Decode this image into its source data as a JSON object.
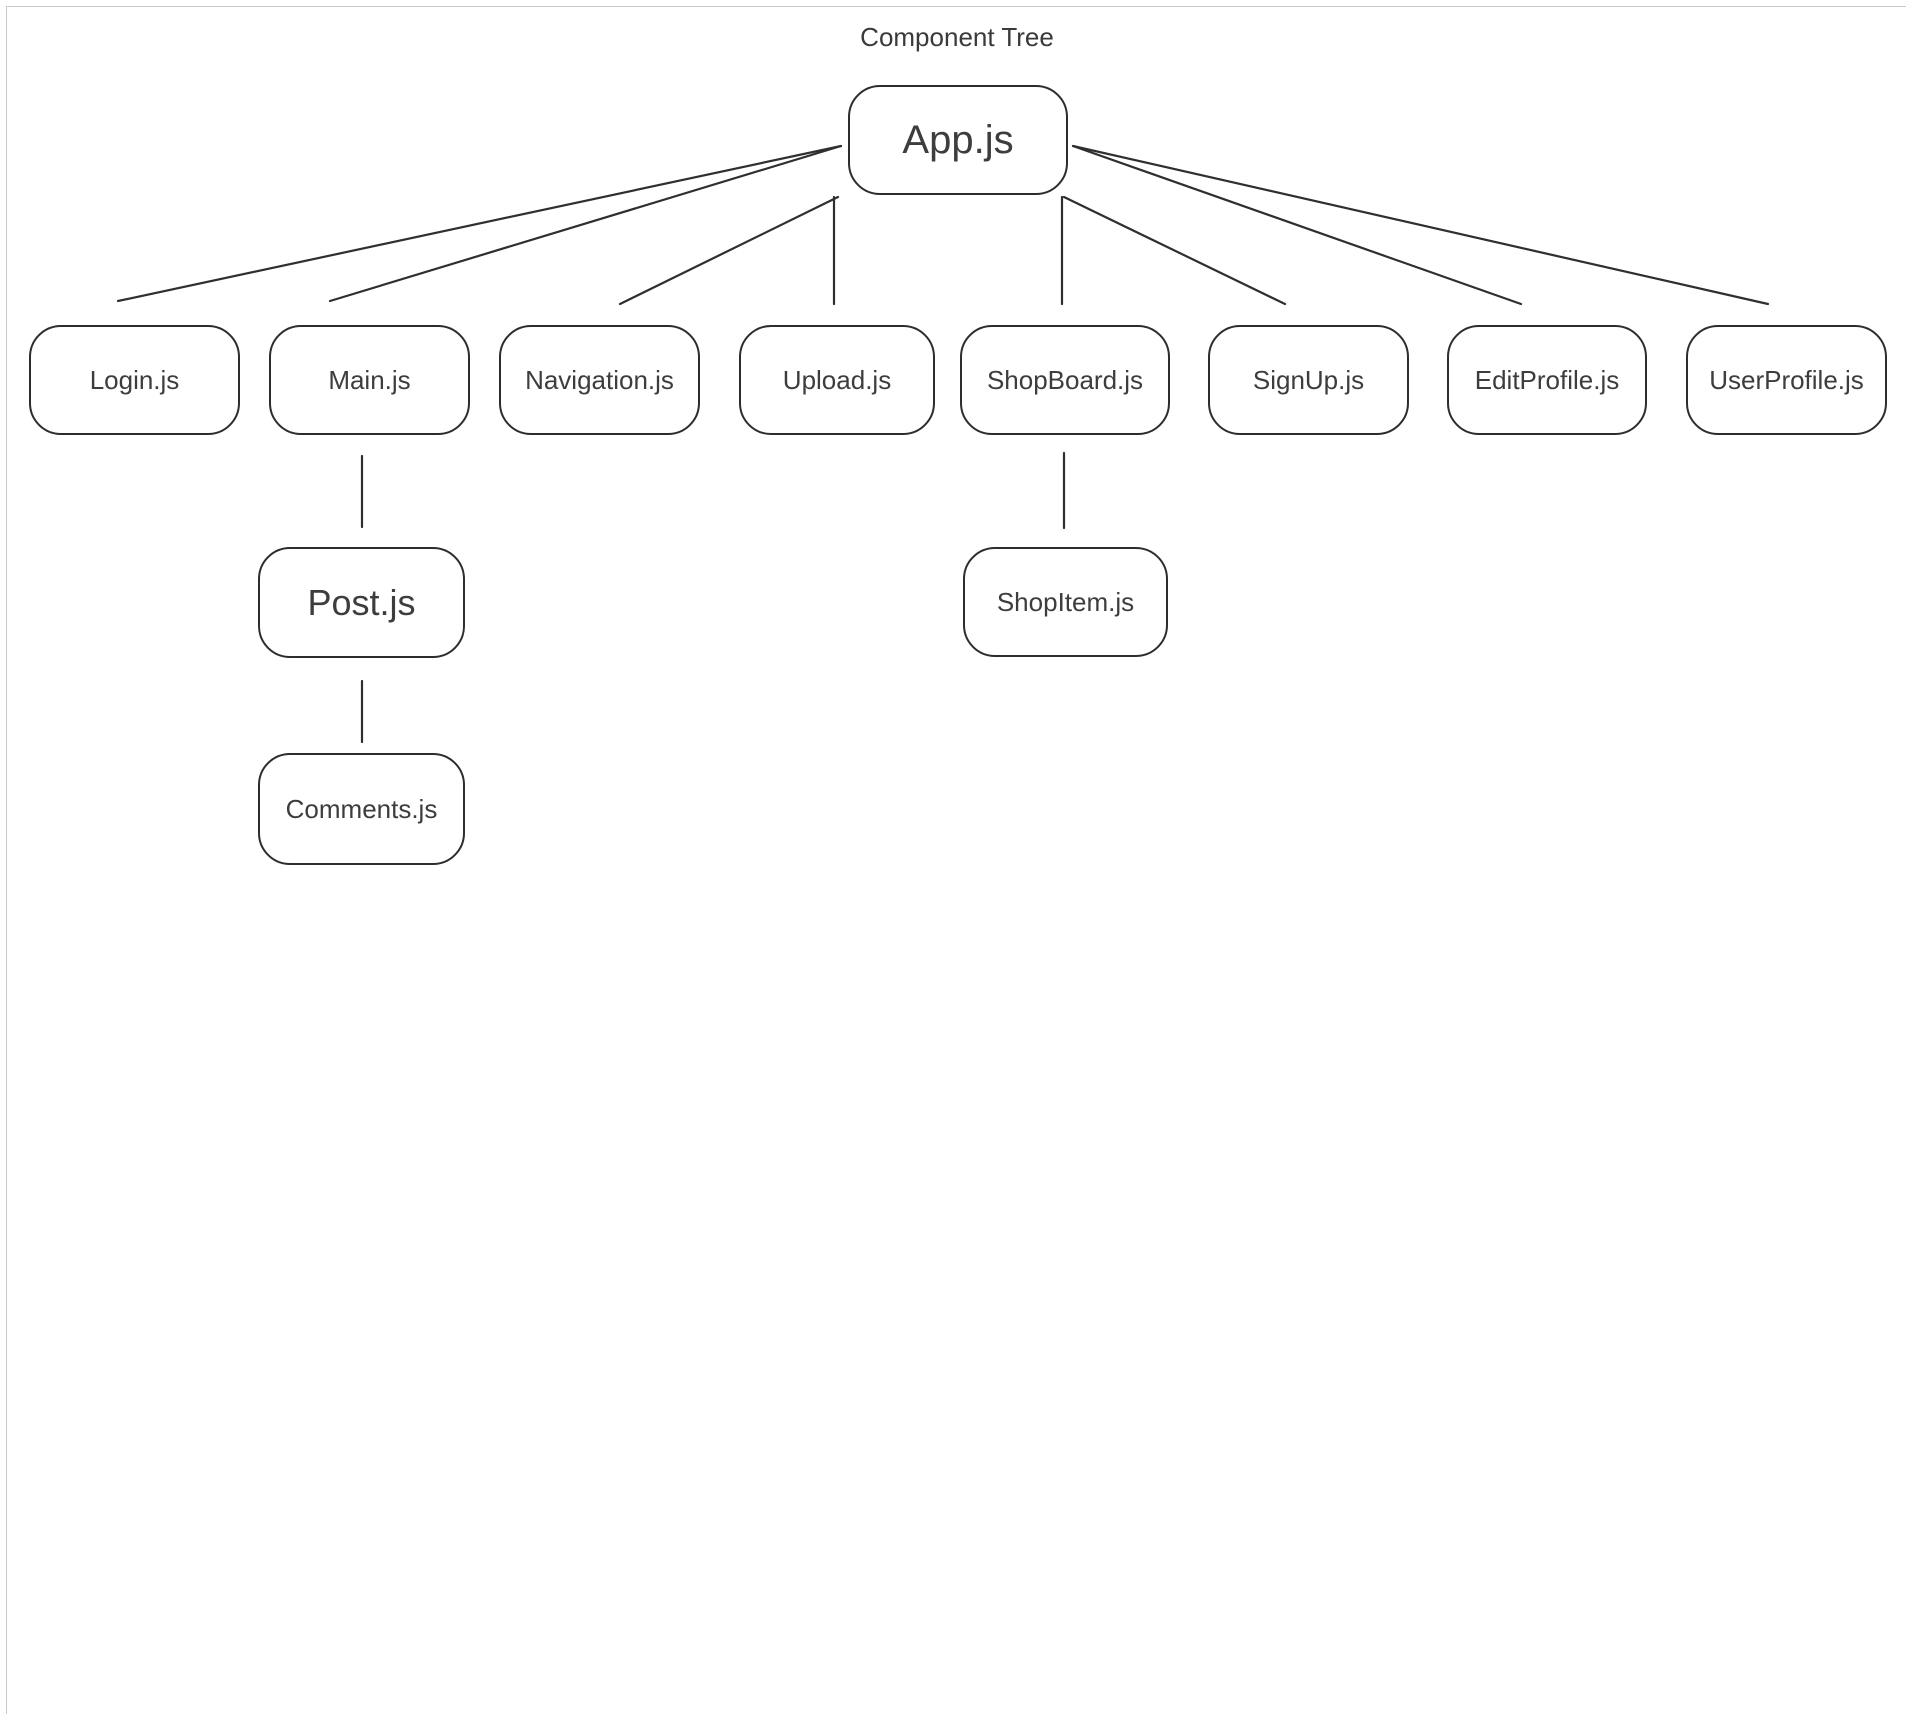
{
  "diagram": {
    "title": "Component Tree",
    "root": "App.js",
    "nodes": {
      "app": {
        "label": "App.js"
      },
      "login": {
        "label": "Login.js"
      },
      "main": {
        "label": "Main.js"
      },
      "navigation": {
        "label": "Navigation.js"
      },
      "upload": {
        "label": "Upload.js"
      },
      "shopboard": {
        "label": "ShopBoard.js"
      },
      "signup": {
        "label": "SignUp.js"
      },
      "editprofile": {
        "label": "EditProfile.js"
      },
      "userprofile": {
        "label": "UserProfile.js"
      },
      "post": {
        "label": "Post.js"
      },
      "comments": {
        "label": "Comments.js"
      },
      "shopitem": {
        "label": "ShopItem.js"
      }
    },
    "edges": [
      {
        "from": "App.js",
        "to": "Login.js"
      },
      {
        "from": "App.js",
        "to": "Main.js"
      },
      {
        "from": "App.js",
        "to": "Navigation.js"
      },
      {
        "from": "App.js",
        "to": "Upload.js"
      },
      {
        "from": "App.js",
        "to": "ShopBoard.js"
      },
      {
        "from": "App.js",
        "to": "SignUp.js"
      },
      {
        "from": "App.js",
        "to": "EditProfile.js"
      },
      {
        "from": "App.js",
        "to": "UserProfile.js"
      },
      {
        "from": "Main.js",
        "to": "Post.js"
      },
      {
        "from": "Post.js",
        "to": "Comments.js"
      },
      {
        "from": "ShopBoard.js",
        "to": "ShopItem.js"
      }
    ],
    "colors": {
      "background": "#ffffff",
      "node_border": "#2d2d2d",
      "edge_stroke": "#2f2f2f",
      "text": "#3d3d3d",
      "canvas_border": "#c9c9c9"
    }
  }
}
